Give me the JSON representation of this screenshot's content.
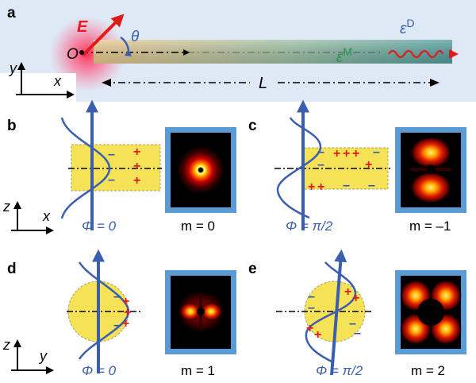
{
  "panel_a": {
    "label": "a",
    "field_label": "E",
    "angle_label": "θ",
    "origin_label": "O",
    "length_label": "L",
    "metal_eps_symbol": "ε",
    "metal_eps_sup": "M",
    "dielectric_eps_symbol": "ε",
    "dielectric_eps_sup": "D",
    "axis_y": "y",
    "axis_x": "x"
  },
  "panels": [
    {
      "label": "b",
      "phi": "Φ = 0",
      "mode": "m = 0",
      "axis_v": "z",
      "axis_h": "x"
    },
    {
      "label": "c",
      "phi": "Φ = π/2",
      "mode": "m = –1"
    },
    {
      "label": "d",
      "phi": "Φ = 0",
      "mode": "m = 1",
      "axis_v": "z",
      "axis_h": "y"
    },
    {
      "label": "e",
      "phi": "Φ = π/2",
      "mode": "m = 2"
    }
  ],
  "charges": {
    "plus": "+",
    "minus": "–"
  },
  "colors": {
    "background_panel": "#dfe9f5",
    "wire_gold": "#e9c88c",
    "wire_teal": "#5fa8a5",
    "arrow_blue": "#3a5fb0",
    "yellow": "#f5e256",
    "red": "#e01b1b",
    "frame_blue": "#5b9bd5"
  }
}
